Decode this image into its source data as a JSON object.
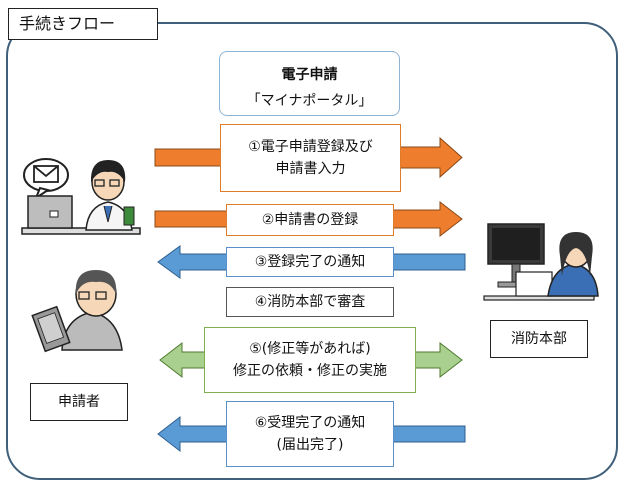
{
  "title": "手続きフロー",
  "portal": {
    "line1": "電子申請",
    "line2": "「マイナポータル」"
  },
  "steps": [
    {
      "lines": [
        "①電子申請登録及び",
        "申請書入力"
      ]
    },
    {
      "lines": [
        "②申請書の登録"
      ]
    },
    {
      "lines": [
        "③登録完了の通知"
      ]
    },
    {
      "lines": [
        "④消防本部で審査"
      ]
    },
    {
      "lines": [
        "⑤(修正等があれば)",
        "修正の依頼・修正の実施"
      ]
    },
    {
      "lines": [
        "⑥受理完了の通知",
        "(届出完了)"
      ]
    }
  ],
  "actors": {
    "applicant": "申請者",
    "fire_department": "消防本部"
  },
  "colors": {
    "orange": "#ee7d2e",
    "blue": "#5b9bd5",
    "green": "#a9d08e",
    "frame": "#3f5f7a"
  }
}
